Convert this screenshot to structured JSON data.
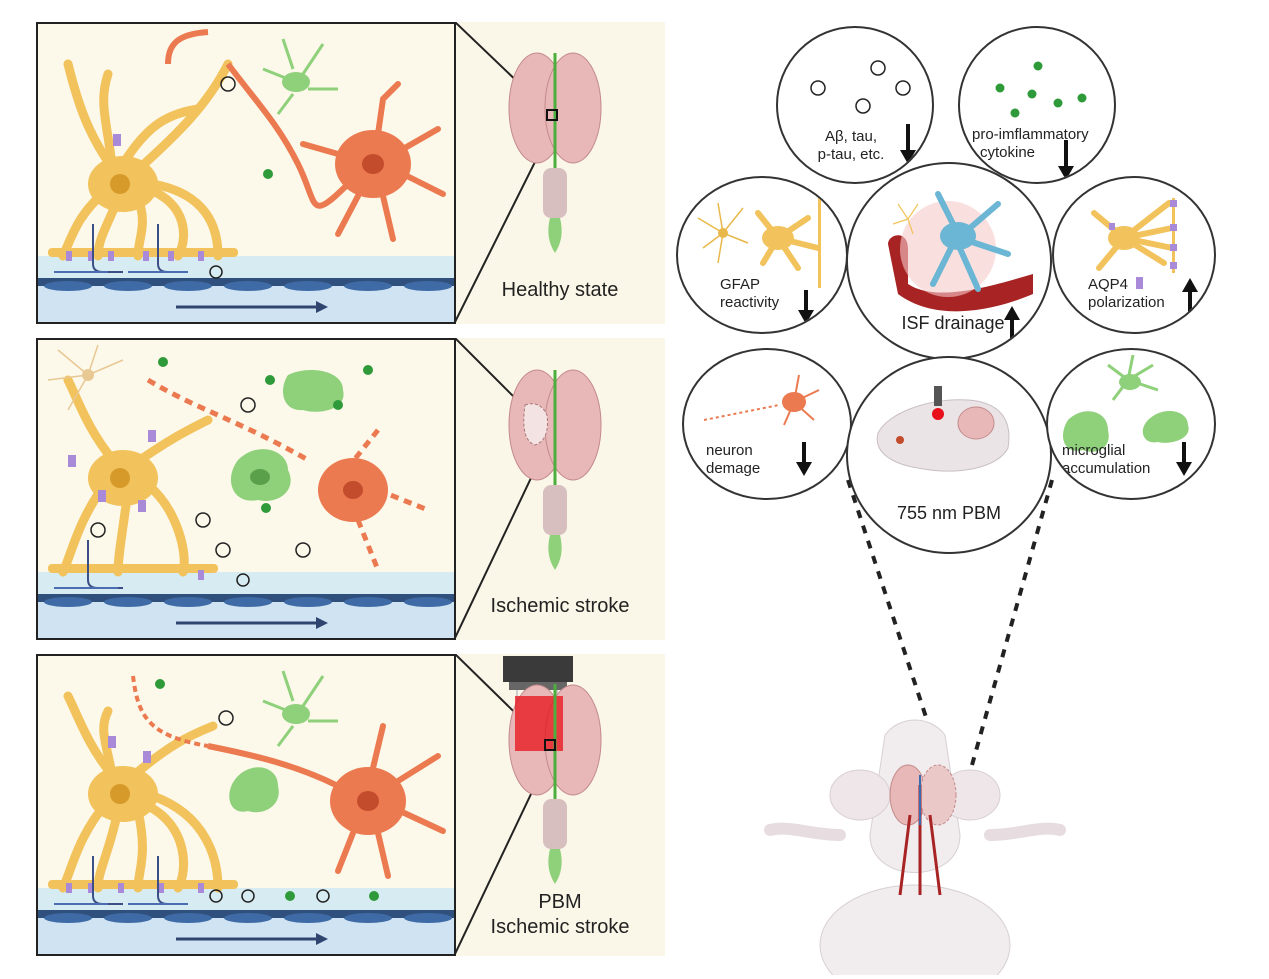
{
  "panels": [
    {
      "id": "healthy",
      "label_lines": [
        "Healthy state"
      ]
    },
    {
      "id": "ischemic",
      "label_lines": [
        "Ischemic stroke"
      ]
    },
    {
      "id": "pbm",
      "label_lines": [
        "PBM",
        "Ischemic stroke"
      ]
    }
  ],
  "effects": {
    "abeta": {
      "lines": [
        "Aβ, tau,",
        "p-tau, etc."
      ],
      "direction": "down"
    },
    "cytokine": {
      "lines": [
        "pro-imflammatory",
        "cytokine"
      ],
      "direction": "down"
    },
    "gfap": {
      "lines": [
        "GFAP",
        "reactivity"
      ],
      "direction": "down"
    },
    "isf": {
      "lines": [
        "ISF drainage"
      ],
      "direction": "up"
    },
    "aqp4": {
      "lines": [
        "AQP4",
        "polarization"
      ],
      "direction": "up"
    },
    "neuron": {
      "lines": [
        "neuron",
        "demage"
      ],
      "direction": "down"
    },
    "pbm": {
      "lines": [
        "755 nm PBM"
      ]
    },
    "microglia": {
      "lines": [
        "microglial",
        "accumulation"
      ],
      "direction": "down"
    }
  },
  "colors": {
    "astrocyte": "#f2c35c",
    "neuron": "#ec7a50",
    "microglia": "#8fd07a",
    "vessel": "#2f5a8c",
    "csf": "#d7ecf2",
    "aqp4": "#a98ad9",
    "brain": "#e8b8b8",
    "laser": "#e8101a",
    "panel_bg": "#fcf8ea"
  }
}
